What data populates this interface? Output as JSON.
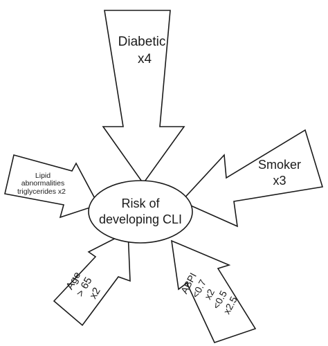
{
  "center": {
    "line1": "Risk of",
    "line2": "developing CLI"
  },
  "factors": {
    "diabetic": {
      "name": "Diabetic",
      "multiplier": "x4"
    },
    "smoker": {
      "name": "Smoker",
      "multiplier": "x3"
    },
    "lipid": {
      "line1": "Lipid",
      "line2": "abnormalities",
      "line3": "triglycerides x2"
    },
    "age": {
      "line1": "Age",
      "line2": "> 65",
      "line3": "x2"
    },
    "abpi": {
      "line1": "ABPI",
      "line2": "<0.7",
      "line3": "x2",
      "line4": "<0.5",
      "line5": "x2.5"
    }
  },
  "colors": {
    "stroke": "#1a1a1a",
    "fill": "#ffffff"
  }
}
